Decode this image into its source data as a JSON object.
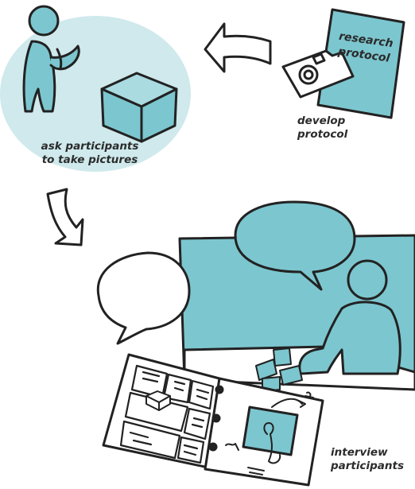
{
  "colors": {
    "teal": "#7cc6cf",
    "teal_light": "#cfe9ec",
    "ink": "#222222",
    "paper": "#ffffff"
  },
  "icons": [
    "person-icon",
    "box-icon",
    "arrow-left-icon",
    "camera-icon",
    "document-icon",
    "arrow-down-icon",
    "speech-bubble-icon",
    "photo-album-icon"
  ],
  "steps": {
    "develop": {
      "document_line1": "research",
      "document_line2": "protocol",
      "caption_line1": "develop",
      "caption_line2": "protocol"
    },
    "ask": {
      "caption_line1": "ask participants",
      "caption_line2": "to take pictures"
    },
    "interview": {
      "caption_line1": "interview",
      "caption_line2": "participants"
    }
  }
}
